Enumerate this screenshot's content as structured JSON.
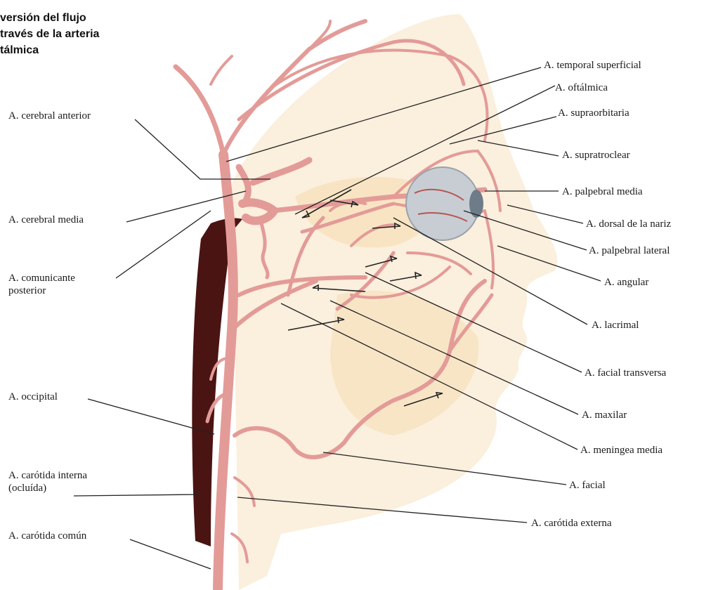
{
  "title": "versión del flujo\ntravés de la arteria\ntálmica",
  "colors": {
    "artery": "#e39b98",
    "artery_outline": "#b65652",
    "occluded": "#4a1413",
    "skin": "#f6dcb3",
    "eye": "#c7cdd3",
    "leader": "#222222"
  },
  "labels": {
    "cerebral_anterior": "A. cerebral anterior",
    "cerebral_media": "A. cerebral media",
    "comunicante_posterior": "A. comunicante\nposterior",
    "occipital": "A. occipital",
    "carotida_interna": "A. carótida interna\n(ocluída)",
    "carotida_comun": "A. carótida común",
    "temporal_superficial": "A. temporal superficial",
    "oftalmica": "A. oftálmica",
    "supraorbitaria": "A. supraorbitaria",
    "supratroclear": "A. supratroclear",
    "palpebral_media": "A. palpebral media",
    "dorsal_nariz": "A. dorsal de la nariz",
    "palpebral_lateral": "A. palpebral lateral",
    "angular": "A. angular",
    "lacrimal": "A. lacrimal",
    "facial_transversa": "A. facial transversa",
    "maxilar": "A. maxilar",
    "meningea_media": "A. meningea media",
    "facial": "A. facial",
    "carotida_externa": "A. carótida externa"
  }
}
